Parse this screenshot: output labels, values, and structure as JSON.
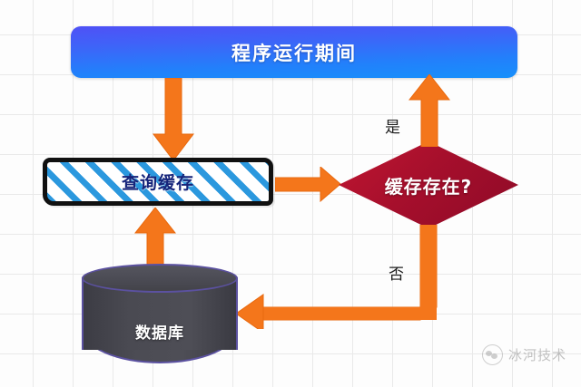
{
  "diagram": {
    "title_banner": {
      "label": "程序运行期间"
    },
    "nodes": {
      "cache": {
        "label": "查询缓存"
      },
      "decision": {
        "label": "缓存存在?"
      },
      "database": {
        "label": "数据库"
      }
    },
    "branch_labels": {
      "yes": "是",
      "no": "否"
    },
    "arrows": [
      {
        "name": "banner-to-cache",
        "direction": "down"
      },
      {
        "name": "cache-to-decision",
        "direction": "right"
      },
      {
        "name": "decision-yes-to-banner",
        "direction": "up"
      },
      {
        "name": "decision-no-to-database",
        "direction": "left"
      },
      {
        "name": "database-to-cache",
        "direction": "up"
      }
    ],
    "colors": {
      "banner_gradient_start": "#4f51f6",
      "banner_gradient_end": "#1790fb",
      "arrow": "#f4761b",
      "decision": "#a60f2c",
      "cache_hatch": "#2b98de",
      "cache_text": "#16247a",
      "database_fill": "#4a4a52",
      "database_border": "#5b51a0",
      "grid_line": "#e9e9e9"
    }
  },
  "watermark": {
    "text": "冰河技术",
    "icon": "wechat-icon"
  }
}
